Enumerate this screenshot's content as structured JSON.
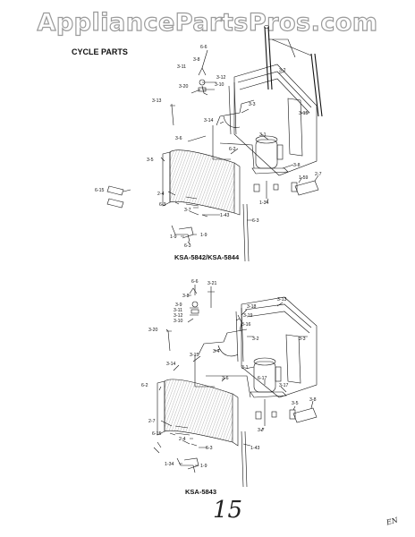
{
  "watermark": "AppliancePartsPros.com",
  "section_title": "CYCLE PARTS",
  "diagram_top": {
    "caption": "KSA-5842/KSA-5844",
    "labels": [
      "6-6",
      "3-8",
      "3-11",
      "3-12",
      "3-10",
      "3-20",
      "3-13",
      "3-2",
      "3-3",
      "3-15",
      "3-14",
      "3-6",
      "6-2",
      "3-1",
      "3-5",
      "3-8",
      "1-59",
      "2-7",
      "6-15",
      "2-4",
      "6-3",
      "3-7",
      "1-43",
      "1-34",
      "6-3",
      "1-9"
    ]
  },
  "diagram_bottom": {
    "caption": "KSA-5843",
    "labels": [
      "6-6",
      "3-8",
      "3-21",
      "3-13",
      "3-9",
      "3-11",
      "3-12",
      "3-10",
      "3-18",
      "3-19",
      "3-16",
      "3-20",
      "3-2",
      "3-3",
      "3-4",
      "3-15",
      "3-14",
      "3-1",
      "3-6",
      "6-17",
      "3-17",
      "6-2",
      "3-5",
      "3-8",
      "2-7",
      "3-7",
      "6-15",
      "2-4",
      "6-3",
      "1-43",
      "1-34",
      "1-9"
    ]
  },
  "handwriting": {
    "page_mark": "15",
    "ref_mark": "EN"
  }
}
